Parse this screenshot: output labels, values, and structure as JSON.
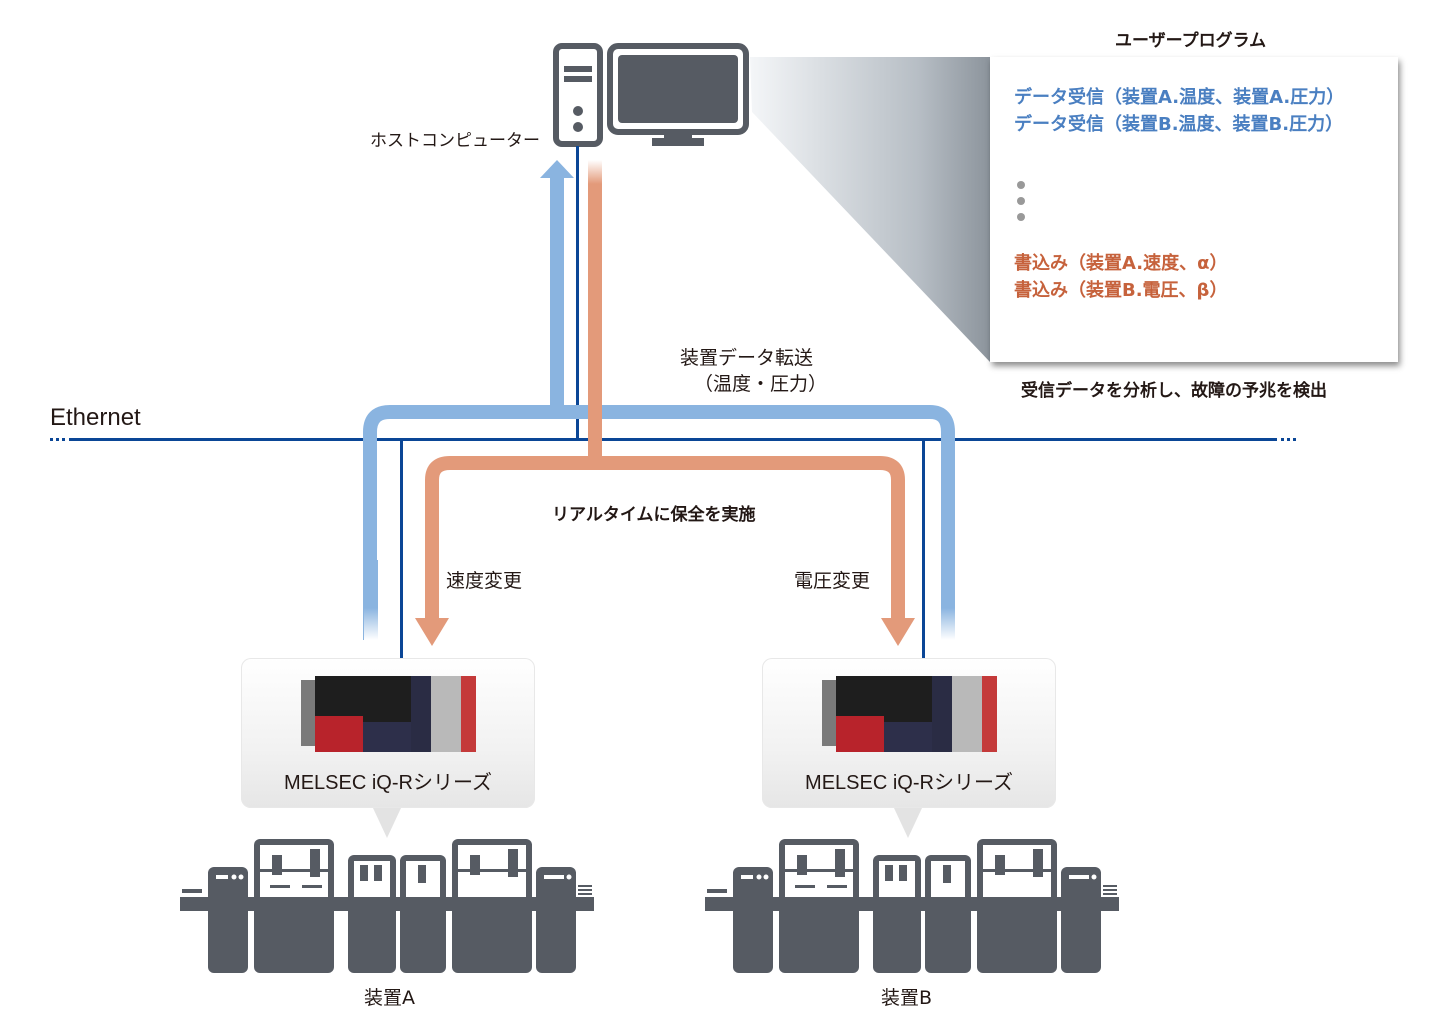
{
  "host": {
    "label": "ホストコンピューター",
    "icons": [
      "pc-tower-icon",
      "monitor-icon"
    ]
  },
  "user_program": {
    "title": "ユーザープログラム",
    "receive_lines": [
      "データ受信（装置A.温度、装置A.圧力）",
      "データ受信（装置B.温度、装置B.圧力）"
    ],
    "ellipsis_dots": 3,
    "write_lines": [
      "書込み（装置A.速度、α）",
      "書込み（装置B.電圧、β）"
    ],
    "caption": "受信データを分析し、故障の予兆を検出"
  },
  "network": {
    "label": "Ethernet"
  },
  "flows": {
    "upload_label_line1": "装置データ転送",
    "upload_label_line2": "（温度・圧力）",
    "maintenance_label": "リアルタイムに保全を実施",
    "left_action": "速度変更",
    "right_action": "電圧変更"
  },
  "devices": [
    {
      "plc_caption": "MELSEC iQ-Rシリーズ",
      "name": "装置A"
    },
    {
      "plc_caption": "MELSEC iQ-Rシリーズ",
      "name": "装置B"
    }
  ],
  "colors": {
    "blue_flow": "#8ab4e0",
    "orange_flow": "#e39a7a",
    "ethernet": "#0a4696",
    "icon_gray": "#565b63",
    "text_blue": "#4a7fc1",
    "text_orange": "#c6623c"
  }
}
